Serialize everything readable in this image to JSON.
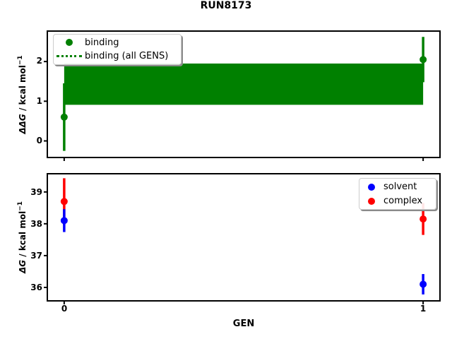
{
  "title": "RUN8173",
  "colors": {
    "binding": "#008000",
    "solvent": "#0000ff",
    "complex": "#ff0000",
    "spine": "#000000"
  },
  "top_plot": {
    "ylabel": {
      "main_italic": "ΔΔG",
      "unit": " / kcal mol",
      "sup": "−1"
    },
    "ytick_labels": [
      "0",
      "1",
      "2"
    ],
    "legend": {
      "items": [
        {
          "label": "binding",
          "marker": "dot"
        },
        {
          "label": "binding (all GENS)",
          "marker": "dotted-line"
        }
      ]
    }
  },
  "bottom_plot": {
    "ylabel": {
      "main_italic": "ΔG",
      "unit": " / kcal mol",
      "sup": "−1"
    },
    "ytick_labels": [
      "36",
      "37",
      "38",
      "39"
    ],
    "xtick_labels": [
      "0",
      "1"
    ],
    "xlabel": "GEN",
    "legend": {
      "items": [
        {
          "label": "solvent",
          "marker": "dot"
        },
        {
          "label": "complex",
          "marker": "dot"
        }
      ]
    }
  },
  "chart_data": [
    {
      "type": "scatter",
      "title": "RUN8173",
      "xlabel": "",
      "ylabel": "ΔΔG / kcal mol−1",
      "xlim": [
        -0.045,
        1.045
      ],
      "ylim": [
        -0.4,
        2.75
      ],
      "xticks": [
        0,
        1
      ],
      "yticks": [
        0,
        1,
        2
      ],
      "grid": false,
      "legend_position": "upper left",
      "series": [
        {
          "name": "binding",
          "style": "errorbar",
          "color": "#008000",
          "x": [
            0,
            1
          ],
          "y": [
            0.6,
            2.05
          ],
          "yerr": [
            0.85,
            0.57
          ]
        },
        {
          "name": "binding (all GENS)",
          "style": "band",
          "color": "#008000",
          "linestyle": "dotted",
          "x_span": [
            0,
            1
          ],
          "y_lo": 0.91,
          "y_hi": 1.95
        }
      ]
    },
    {
      "type": "scatter",
      "title": "",
      "xlabel": "GEN",
      "ylabel": "ΔG / kcal mol−1",
      "xlim": [
        -0.045,
        1.045
      ],
      "ylim": [
        35.6,
        39.55
      ],
      "xticks": [
        0,
        1
      ],
      "yticks": [
        36,
        37,
        38,
        39
      ],
      "grid": false,
      "legend_position": "upper right",
      "series": [
        {
          "name": "complex",
          "style": "errorbar",
          "color": "#ff0000",
          "x": [
            0,
            1
          ],
          "y": [
            38.7,
            38.15
          ],
          "yerr": [
            0.73,
            0.5
          ]
        },
        {
          "name": "solvent",
          "style": "errorbar",
          "color": "#0000ff",
          "x": [
            0,
            1
          ],
          "y": [
            38.1,
            36.1
          ],
          "yerr": [
            0.36,
            0.32
          ]
        }
      ]
    }
  ]
}
